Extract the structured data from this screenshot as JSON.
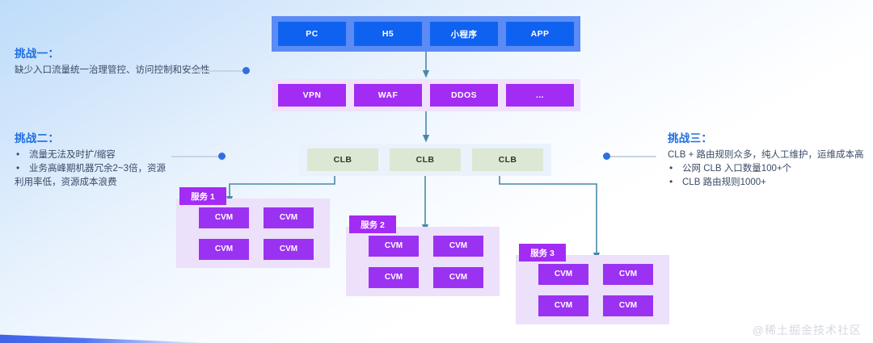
{
  "challenges": [
    {
      "id": "one",
      "title": "挑战一：",
      "lines": [
        "缺少入口流量统一治理管控、访问控制和安全性"
      ],
      "bullets": []
    },
    {
      "id": "two",
      "title": "挑战二：",
      "lines": [],
      "bullets": [
        "流量无法及时扩/缩容",
        "业务高峰期机器冗余2~3倍，资源"
      ],
      "wrap": "利用率低，资源成本浪费"
    },
    {
      "id": "three",
      "title": "挑战三：",
      "lines": [
        "CLB + 路由规则众多，纯人工维护，运维成本高"
      ],
      "bullets": [
        "公网 CLB 入口数量100+个",
        "CLB 路由规则1000+"
      ]
    }
  ],
  "bands": {
    "clients": {
      "name": "client-layer",
      "nodes": [
        "PC",
        "H5",
        "小程序",
        "APP"
      ]
    },
    "security": {
      "name": "security-layer",
      "nodes": [
        "VPN",
        "WAF",
        "DDOS",
        "..."
      ]
    },
    "clb": {
      "name": "clb-layer",
      "nodes": [
        "CLB",
        "CLB",
        "CLB"
      ]
    }
  },
  "services": [
    {
      "label": "服务 1",
      "instances": [
        "CVM",
        "CVM",
        "CVM",
        "CVM"
      ]
    },
    {
      "label": "服务 2",
      "instances": [
        "CVM",
        "CVM",
        "CVM",
        "CVM"
      ]
    },
    {
      "label": "服务 3",
      "instances": [
        "CVM",
        "CVM",
        "CVM",
        "CVM"
      ]
    }
  ],
  "watermark": "@稀土掘金技术社区",
  "colors": {
    "accent_blue": "#1f6fe0",
    "client_box": "#0f62f0",
    "client_band": "#5b8bf5",
    "purple_box": "#a32cf4",
    "purple_band": "#f0e2fb",
    "clb_box": "#dde8d4",
    "clb_band": "#eaf3fc",
    "service_band": "#ece0fa",
    "cvm_box": "#9b32f2",
    "connector": "#4a88a8"
  }
}
